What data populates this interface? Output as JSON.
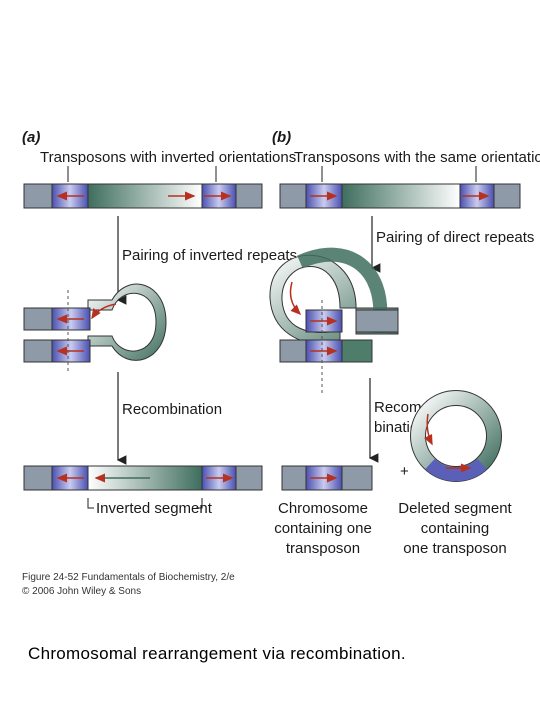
{
  "panel_a": {
    "letter": "(a)",
    "title": "Transposons with inverted orientations",
    "step1": "Pairing of inverted repeats",
    "step2": "Recombination",
    "result": "Inverted segment"
  },
  "panel_b": {
    "letter": "(b)",
    "title": "Transposons with the same orientation",
    "step1": "Pairing of direct repeats",
    "step2_line1": "Recom-",
    "step2_line2": "bination",
    "plus": "+",
    "result_left": [
      "Chromosome",
      "containing one",
      "transposon"
    ],
    "result_right": [
      "Deleted segment",
      "containing",
      "one transposon"
    ]
  },
  "credit": {
    "line1": "Figure 24-52 Fundamentals of Biochemistry, 2/e",
    "line2": "© 2006 John Wiley & Sons"
  },
  "caption": "Chromosomal rearrangement via recombination.",
  "colors": {
    "chromosome_gray": "#8e9aa8",
    "transposon_blue": "#5a60b8",
    "segment_green": "#4d7a6a",
    "arrow_red": "#b83020"
  }
}
